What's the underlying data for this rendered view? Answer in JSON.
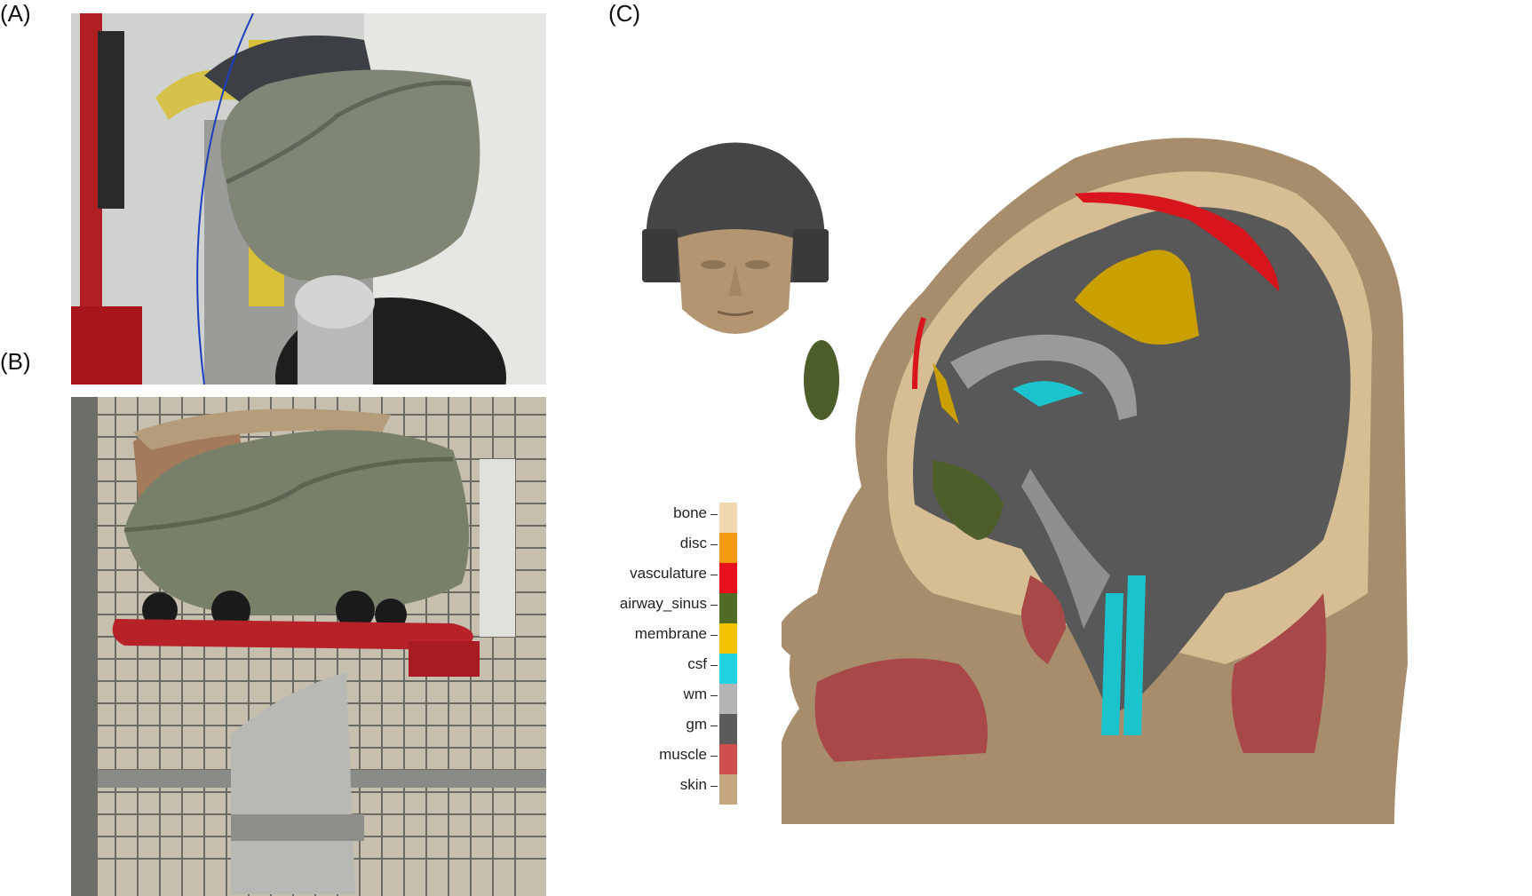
{
  "panels": {
    "a": {
      "label": "(A)"
    },
    "b": {
      "label": "(B)"
    },
    "c": {
      "label": "(C)"
    }
  },
  "legend": {
    "items": [
      {
        "label": "bone",
        "color": "#f2d8ae"
      },
      {
        "label": "disc",
        "color": "#f39c12"
      },
      {
        "label": "vasculature",
        "color": "#e8101b"
      },
      {
        "label": "airway_sinus",
        "color": "#4f6b25"
      },
      {
        "label": "membrane",
        "color": "#f5c400"
      },
      {
        "label": "csf",
        "color": "#1fd3e0"
      },
      {
        "label": "wm",
        "color": "#b4b4b4"
      },
      {
        "label": "gm",
        "color": "#5b5b5b"
      },
      {
        "label": "muscle",
        "color": "#d04e4e"
      },
      {
        "label": "skin",
        "color": "#c6a680"
      }
    ]
  },
  "colors": {
    "skin": "#a88d6c",
    "bone": "#d6bd93",
    "gm": "#585858",
    "wm": "#9a9a9a",
    "csf": "#1bc4cc",
    "membrane": "#c9a000",
    "vasculature": "#d8141c",
    "airway_sinus": "#4d5e2a",
    "muscle": "#a84848",
    "helmet_green": "#7c8570",
    "helmet_dark": "#3f3f3f",
    "mount_red": "#b8232a"
  },
  "icons": {
    "photo_a": "helmet-drop-test-photo",
    "photo_b": "helmet-headform-photo",
    "model": "helmet-head-model",
    "scan": "sagittal-head-segmentation"
  }
}
